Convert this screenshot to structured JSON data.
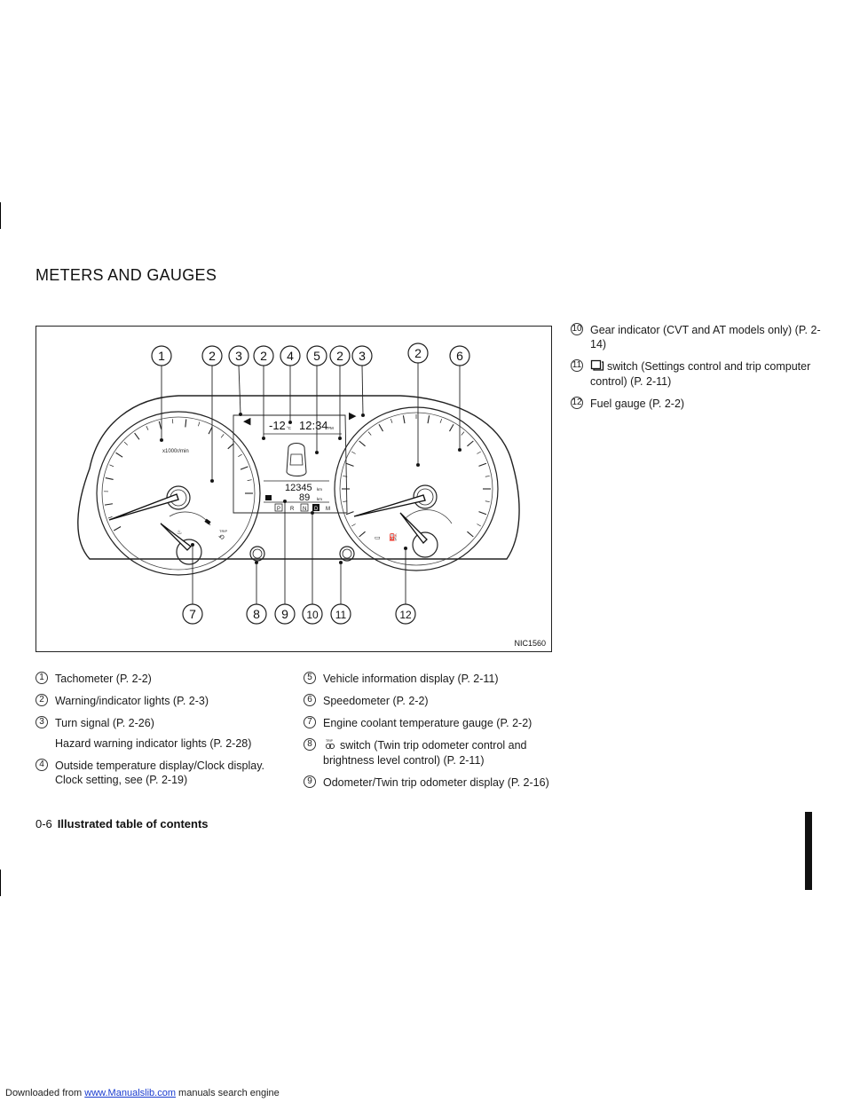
{
  "header": {
    "prefix": "Downloaded from ",
    "link": "www.Manualslib.com",
    "suffix": " manuals search engine"
  },
  "section_title": "METERS AND GAUGES",
  "figure": {
    "code": "NIC1560",
    "callouts": [
      "1",
      "2",
      "3",
      "2",
      "4",
      "5",
      "2",
      "3",
      "2",
      "6",
      "7",
      "8",
      "9",
      "10",
      "11",
      "12"
    ],
    "display": {
      "temp": "-12",
      "temp_unit": "°C",
      "clock": "12:34",
      "clock_suffix": "PM",
      "odometer": "12345",
      "trip": "89",
      "unit": "km",
      "tach_unit": "x1000r/min",
      "gears": [
        "P",
        "R",
        "N",
        "D",
        "M"
      ],
      "trip_label": "TRIP"
    }
  },
  "left_items": [
    {
      "num": "1",
      "text": "Tachometer (P. 2-2)"
    },
    {
      "num": "2",
      "text": "Warning/indicator lights (P. 2-3)"
    },
    {
      "num": "3",
      "text": "Turn signal (P. 2-26)",
      "sub": "Hazard warning indicator lights (P. 2-28)"
    },
    {
      "num": "4",
      "text": "Outside temperature display/Clock display. Clock setting, see (P. 2-19)"
    }
  ],
  "middle_items": [
    {
      "num": "5",
      "text": "Vehicle information display (P. 2-11)"
    },
    {
      "num": "6",
      "text": "Speedometer (P. 2-2)"
    },
    {
      "num": "7",
      "text": "Engine coolant temperature gauge (P. 2-2)"
    },
    {
      "num": "8",
      "text": "switch (Twin trip odometer control and brightness level control) (P. 2-11)",
      "icon": "trip-icon"
    },
    {
      "num": "9",
      "text": "Odometer/Twin trip odometer display (P. 2-16)"
    }
  ],
  "right_items": [
    {
      "num": "10",
      "text": "Gear indicator (CVT and AT models only) (P. 2-14)"
    },
    {
      "num": "11",
      "text": "switch (Settings control and trip computer control) (P. 2-11)",
      "icon": "settings-icon"
    },
    {
      "num": "12",
      "text": "Fuel gauge (P. 2-2)"
    }
  ],
  "footer": {
    "page": "0-6",
    "title": "Illustrated table of contents"
  }
}
